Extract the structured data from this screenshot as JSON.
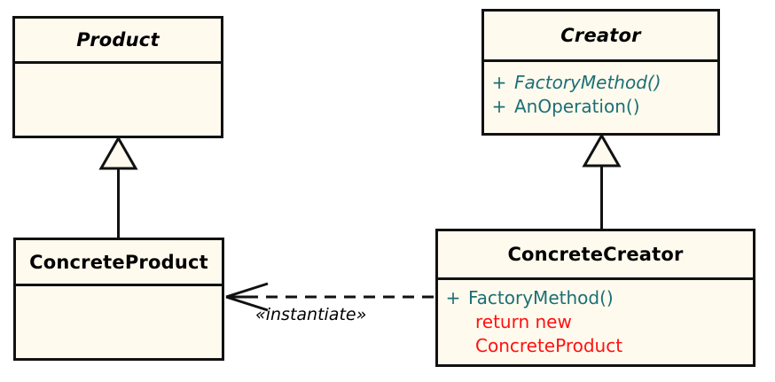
{
  "diagram": {
    "type": "uml-class-diagram",
    "pattern": "Factory Method",
    "background_color": "#ffffff",
    "class_fill_color": "#fffaee",
    "border_color": "#111111",
    "operation_color": "#1b6f75",
    "note_color": "#ff1111",
    "title_color": "#000000"
  },
  "classes": {
    "product": {
      "name": "Product",
      "stereotype": "abstract",
      "operations": [],
      "notes": []
    },
    "creator": {
      "name": "Creator",
      "stereotype": "abstract",
      "operations": [
        {
          "visibility": "+",
          "name": "FactoryMethod()",
          "abstract": true
        },
        {
          "visibility": "+",
          "name": "AnOperation()",
          "abstract": false
        }
      ],
      "notes": []
    },
    "concrete_product": {
      "name": "ConcreteProduct",
      "stereotype": "concrete",
      "operations": [],
      "notes": []
    },
    "concrete_creator": {
      "name": "ConcreteCreator",
      "stereotype": "concrete",
      "operations": [
        {
          "visibility": "+",
          "name": "FactoryMethod()",
          "abstract": false
        }
      ],
      "notes": [
        "return new",
        "ConcreteProduct"
      ]
    }
  },
  "relationships": {
    "generalization_product": {
      "kind": "generalization",
      "from": "ConcreteProduct",
      "to": "Product",
      "label": ""
    },
    "generalization_creator": {
      "kind": "generalization",
      "from": "ConcreteCreator",
      "to": "Creator",
      "label": ""
    },
    "dependency_instantiate": {
      "kind": "dependency",
      "from": "ConcreteCreator",
      "to": "ConcreteProduct",
      "label": "«instantiate»",
      "style": "dashed"
    }
  }
}
